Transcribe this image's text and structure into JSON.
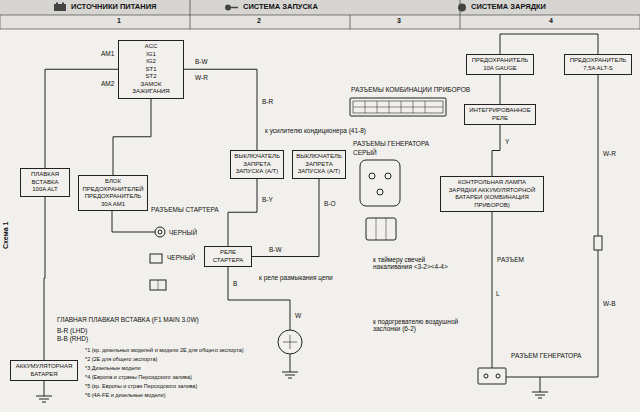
{
  "diagram": {
    "nodes": [
      {
        "text": [
          "ПЛАВКАЯ ВСТАВКА 100A ALT"
        ]
      },
      {
        "text": [
          "ACC",
          "IG1",
          "IG2",
          "ST1",
          "ST2",
          "ЗАМОК ЗАЖИГАНИЯ"
        ]
      },
      {
        "text": [
          "БЛОК ПРЕДОХРАНИТЕЛЕЙ",
          "ПРЕДОХРАНИТЕЛЬ 30A AM1"
        ]
      },
      {
        "text": [
          "ВЫКЛЮЧАТЕЛЬ ЗАПРЕТА ЗАПУСКА (А/Т)"
        ]
      },
      {
        "text": [
          "ВЫКЛЮЧАТЕЛЬ ЗАПРЕТА ЗАПУСКА (А/Т)"
        ]
      },
      {
        "text": [
          "РЕЛЕ СТАРТЕРА"
        ]
      },
      {
        "text": [
          "ПРЕДОХРАНИТЕЛЬ 10A GAUGE"
        ]
      },
      {
        "text": [
          "ИНТЕГРИРОВАННОЕ РЕЛЕ"
        ]
      },
      {
        "text": [
          "ПРЕДОХРАНИТЕЛЬ 7,5A ALT-S"
        ]
      },
      {
        "text": [
          "КОНТРОЛЬНАЯ ЛАМПА ЗАРЯДКИ АККУМУЛЯТОРНОЙ БАТАРЕИ (КОМБИНАЦИЯ ПРИБОРОВ)"
        ]
      },
      {
        "text": [
          "АККУМУЛЯТОРНАЯ БАТАРЕЯ"
        ]
      }
    ],
    "edges": [
      {
        "from": 10,
        "to": 0,
        "arrow": "none"
      },
      {
        "from": 0,
        "to": 1,
        "arrow": "none"
      },
      {
        "from": 2,
        "to": 1,
        "arrow": "none"
      },
      {
        "from": 1,
        "to": 3,
        "arrow": "none"
      },
      {
        "from": 3,
        "to": 5,
        "arrow": "none"
      },
      {
        "from": 4,
        "to": 5,
        "arrow": "none"
      },
      {
        "from": 6,
        "to": 7,
        "arrow": "none"
      },
      {
        "from": 7,
        "to": 9,
        "arrow": "none"
      }
    ],
    "labels": [
      "ИСТОЧНИКИ ПИТАНИЯ",
      "СИСТЕМА ЗАПУСКА",
      "СИСТЕМА ЗАРЯДКИ",
      "1",
      "2",
      "3",
      "4",
      "Схема 1",
      "AM1",
      "AM2",
      "B-W",
      "W-R",
      "B-R",
      "к усилителю кондиционера (41-8)",
      "РАЗЪЕМЫ КОМБИНАЦИИ ПРИБОРОВ",
      "РАЗЪЕМЫ ГЕНЕРАТОРА",
      "СЕРЫЙ",
      "РАЗЪЕМЫ СТАРТЕРА",
      "ЧЕРНЫЙ",
      "ЧЕРНЫЙ",
      "B-Y",
      "B-O",
      "B-W",
      "к реле размыкания цепи",
      "B",
      "W",
      "ГЛАВНАЯ ПЛАВКАЯ ВСТАВКА (F1 MAIN 3.0W)",
      "B-R (LHD)",
      "B-B (RHD)",
      "Y",
      "W-R",
      "РАЗЪЕМ",
      "к таймеру свечей накаливания <3-2><4-4>",
      "L",
      "к подогревателю воздушной заслонки (6-2)",
      "РАЗЪЕМ ГЕНЕРАТОРА",
      "*1 (кр. дизельных моделей и модели 2E для общего экспорта)",
      "*2 (2E для общего экспорта)",
      "*3 Дизельные модели",
      "*4 (Европа и страны Персидского залива)",
      "*5 (кр. Европы и стран Персидского залива)",
      "*6 (4A-FE и дизельные модели)",
      "W-B"
    ]
  }
}
